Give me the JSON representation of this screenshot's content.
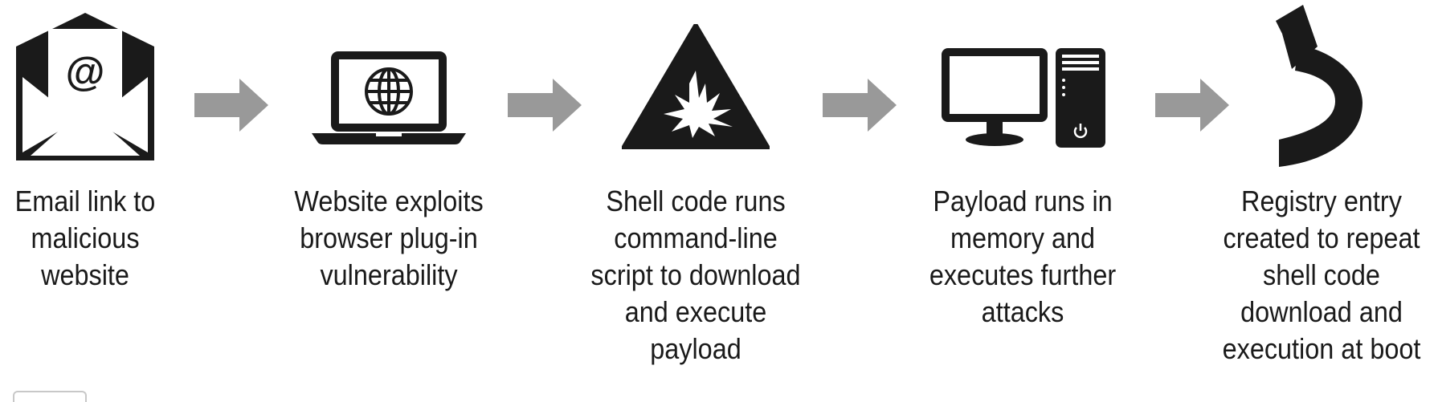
{
  "steps": [
    {
      "icon": "envelope-at-icon",
      "caption": "Email link to\nmalicious\nwebsite"
    },
    {
      "icon": "laptop-globe-icon",
      "caption": "Website exploits\nbrowser plug-in\nvulnerability"
    },
    {
      "icon": "warning-explosion-icon",
      "caption": "Shell code runs\ncommand-line\nscript to download\nand execute\npayload"
    },
    {
      "icon": "desktop-computer-icon",
      "caption": "Payload runs in\nmemory and\nexecutes further\nattacks"
    },
    {
      "icon": "curved-return-arrow-icon",
      "caption": "Registry entry\ncreated to repeat\nshell code\ndownload and\nexecution at boot"
    }
  ],
  "envelope_symbol": "@",
  "colors": {
    "icon": "#1a1a1a",
    "arrow": "#999999",
    "background": "#ffffff"
  }
}
